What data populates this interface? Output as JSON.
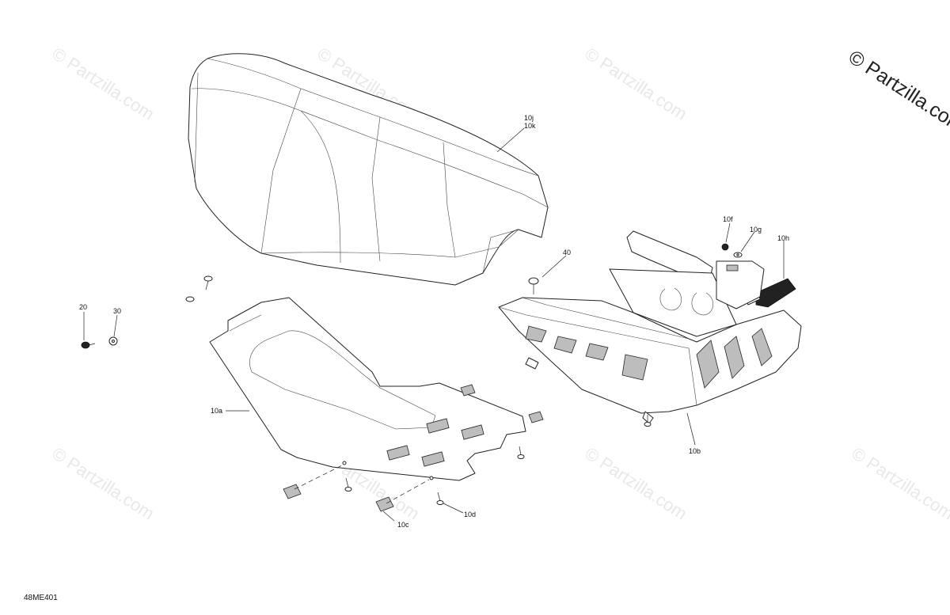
{
  "watermark": {
    "brand": "© Partzilla.com",
    "repeat_text": "© Partzilla.com"
  },
  "callouts": {
    "c10j": "10j",
    "c10k": "10k",
    "c40": "40",
    "c10f": "10f",
    "c10g": "10g",
    "c10h": "10h",
    "c20": "20",
    "c30": "30",
    "c10a": "10a",
    "c10b": "10b",
    "c10c": "10c",
    "c10d": "10d"
  },
  "diagram_ref": "48ME401",
  "parts": [
    "seat",
    "seat-base-plate",
    "rear-frame-bracket",
    "screw",
    "nut",
    "clip",
    "tail-light"
  ]
}
